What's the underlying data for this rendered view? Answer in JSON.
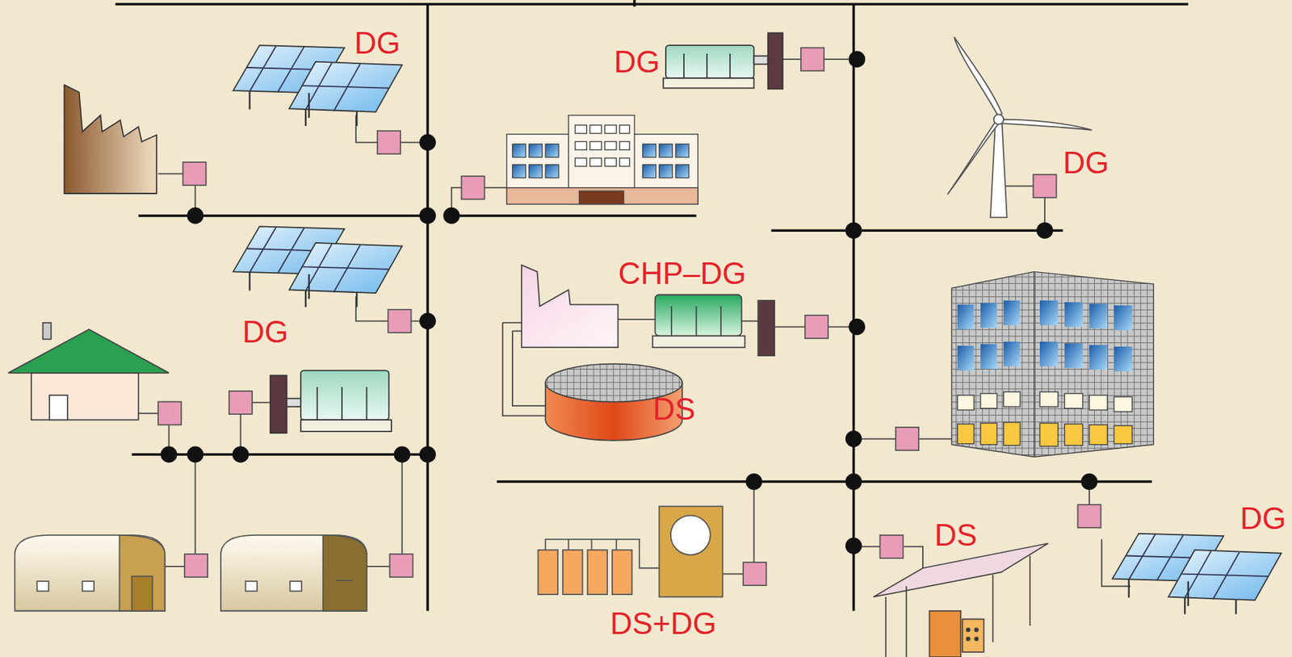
{
  "diagram": {
    "labels": [
      "DG",
      "DG",
      "DG",
      "CHP–DG",
      "DG",
      "DS",
      "DG",
      "DS",
      "DS+DG"
    ]
  }
}
